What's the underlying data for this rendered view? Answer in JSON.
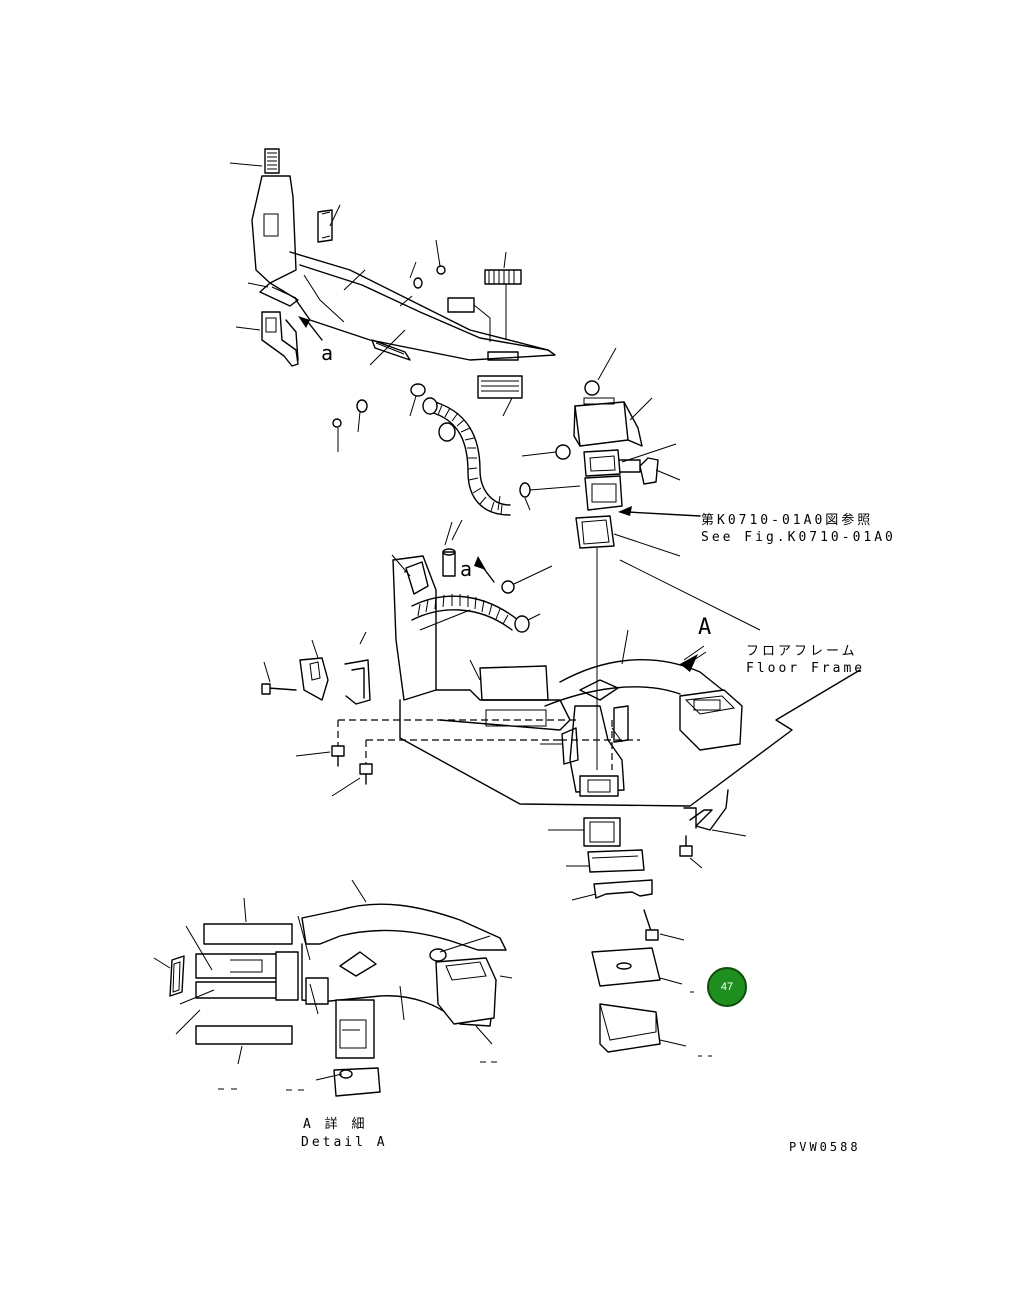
{
  "labels": {
    "ref_ja": "第K0710-01A0図参照",
    "ref_en": "See Fig.K0710-01A0",
    "floor_ja": "フロアフレーム",
    "floor_en": "Floor Frame",
    "view_letter": "A",
    "detail_ja": "A 詳 細",
    "detail_en": "Detail A",
    "mark_a_upper": "a",
    "mark_a_lower": "a",
    "drawing_no": "PVW0588"
  },
  "callout": {
    "number": "47",
    "color": "#1e8f1e"
  }
}
